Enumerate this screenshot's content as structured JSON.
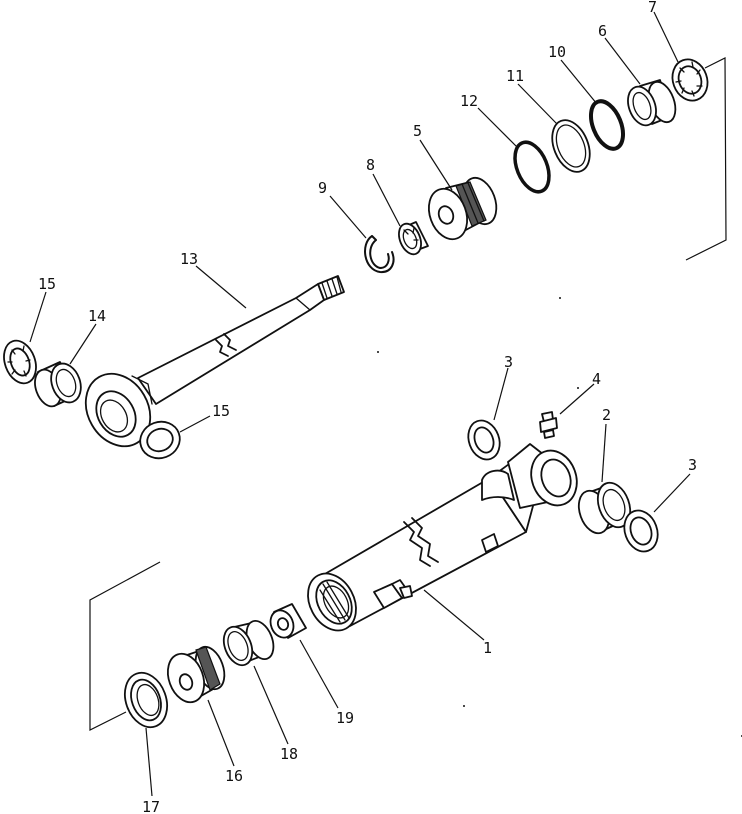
{
  "labels": {
    "p1": "1",
    "p2": "2",
    "p3a": "3",
    "p3b": "3",
    "p4": "4",
    "p5": "5",
    "p6": "6",
    "p7": "7",
    "p8": "8",
    "p9": "9",
    "p10": "10",
    "p11": "11",
    "p12": "12",
    "p13": "13",
    "p14": "14",
    "p15a": "15",
    "p15b": "15",
    "p16": "16",
    "p17": "17",
    "p18": "18",
    "p19": "19"
  }
}
